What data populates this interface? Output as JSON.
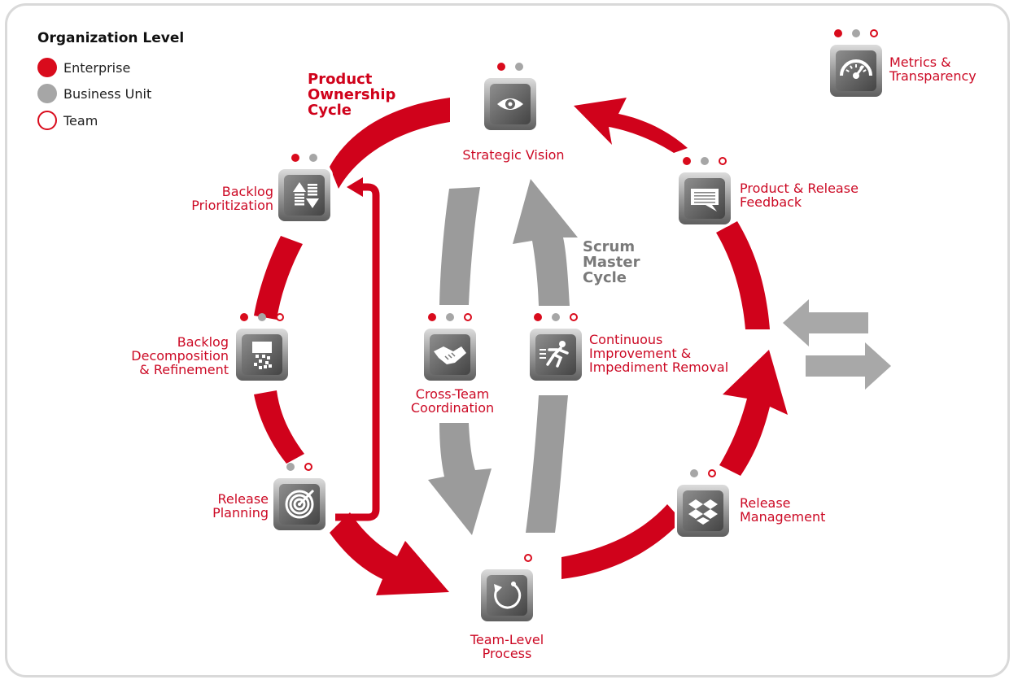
{
  "legend": {
    "title": "Organization Level",
    "items": [
      {
        "label": "Enterprise",
        "style": "filled-red"
      },
      {
        "label": "Business Unit",
        "style": "filled-gray"
      },
      {
        "label": "Team",
        "style": "outline-red"
      }
    ]
  },
  "cycles": {
    "product_ownership": "Product\nOwnership\nCycle",
    "scrum_master": "Scrum\nMaster\nCycle"
  },
  "nodes": [
    {
      "key": "strategic-vision",
      "label": "Strategic Vision",
      "icon": "eye-icon",
      "levels": [
        "enterprise",
        "business-unit"
      ]
    },
    {
      "key": "backlog-prioritization",
      "label": "Backlog\nPrioritization",
      "icon": "sort-arrows-icon",
      "levels": [
        "enterprise",
        "business-unit"
      ]
    },
    {
      "key": "backlog-decomposition",
      "label": "Backlog\nDecomposition\n& Refinement",
      "icon": "pixel-breakdown-icon",
      "levels": [
        "enterprise",
        "business-unit",
        "team"
      ]
    },
    {
      "key": "release-planning",
      "label": "Release\nPlanning",
      "icon": "target-icon",
      "levels": [
        "business-unit",
        "team"
      ]
    },
    {
      "key": "team-level-process",
      "label": "Team-Level\nProcess",
      "icon": "cycle-icon",
      "levels": [
        "team"
      ]
    },
    {
      "key": "release-management",
      "label": "Release\nManagement",
      "icon": "dropbox-icon",
      "levels": [
        "business-unit",
        "team"
      ]
    },
    {
      "key": "product-release-feedback",
      "label": "Product & Release\nFeedback",
      "icon": "speech-bubble-icon",
      "levels": [
        "enterprise",
        "business-unit",
        "team"
      ]
    },
    {
      "key": "metrics-transparency",
      "label": "Metrics &\nTransparency",
      "icon": "gauge-icon",
      "levels": [
        "enterprise",
        "business-unit",
        "team"
      ]
    },
    {
      "key": "cross-team-coordination",
      "label": "Cross-Team\nCoordination",
      "icon": "handshake-icon",
      "levels": [
        "enterprise",
        "business-unit",
        "team"
      ]
    },
    {
      "key": "continuous-improvement",
      "label": "Continuous\nImprovement &\nImpediment Removal",
      "icon": "runner-icon",
      "levels": [
        "enterprise",
        "business-unit",
        "team"
      ]
    }
  ],
  "colors": {
    "red": "#d0021b",
    "gray": "#a0a0a0",
    "dark_icon": "#555555"
  }
}
